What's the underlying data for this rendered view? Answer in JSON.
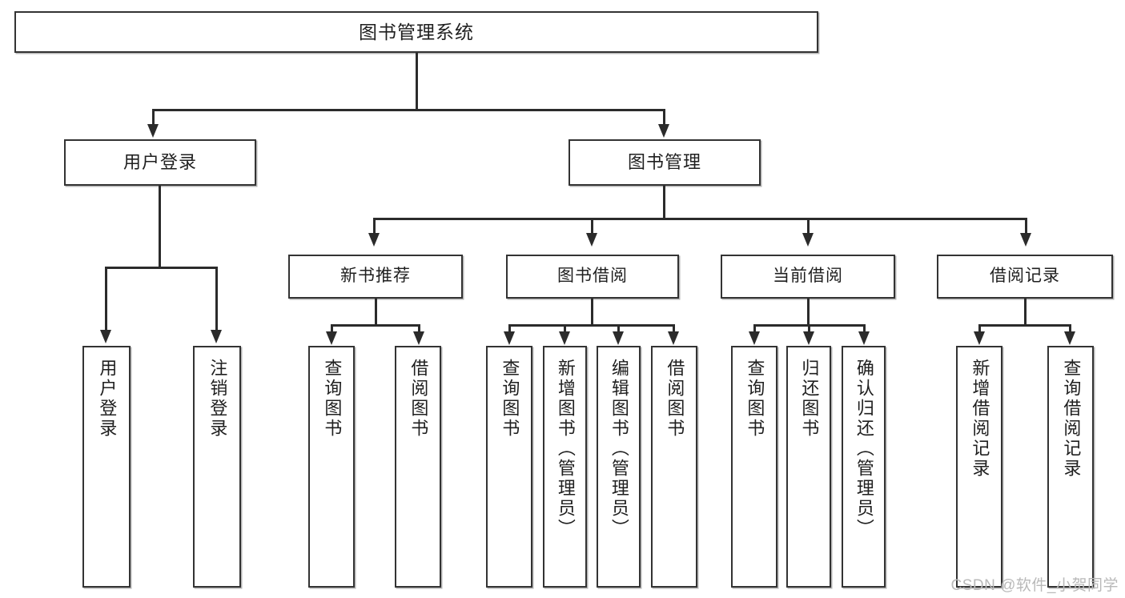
{
  "diagram": {
    "title": "图书管理系统",
    "type": "tree-hierarchy",
    "watermark": "CSDN @软件_小贺同学",
    "colors": {
      "background": "#ffffff",
      "box_border": "#333333",
      "connector": "#2b2b2b",
      "text": "#1f1f1f",
      "watermark": "#b9b9b9"
    },
    "root": {
      "label": "图书管理系统"
    },
    "level1": [
      {
        "label": "用户登录"
      },
      {
        "label": "图书管理"
      }
    ],
    "level2": [
      {
        "label": "新书推荐"
      },
      {
        "label": "图书借阅"
      },
      {
        "label": "当前借阅"
      },
      {
        "label": "借阅记录"
      }
    ],
    "leaves": {
      "user_login": [
        {
          "label": "用户登录"
        },
        {
          "label": "注销登录"
        }
      ],
      "new_book_recommend": [
        {
          "label": "查询图书"
        },
        {
          "label": "借阅图书"
        }
      ],
      "book_borrow": [
        {
          "label": "查询图书"
        },
        {
          "label": "新增图书（管理员）"
        },
        {
          "label": "编辑图书（管理员）"
        },
        {
          "label": "借阅图书"
        }
      ],
      "current_borrow": [
        {
          "label": "查询图书"
        },
        {
          "label": "归还图书"
        },
        {
          "label": "确认归还（管理员）"
        }
      ],
      "borrow_record": [
        {
          "label": "新增借阅记录"
        },
        {
          "label": "查询借阅记录"
        }
      ]
    }
  }
}
